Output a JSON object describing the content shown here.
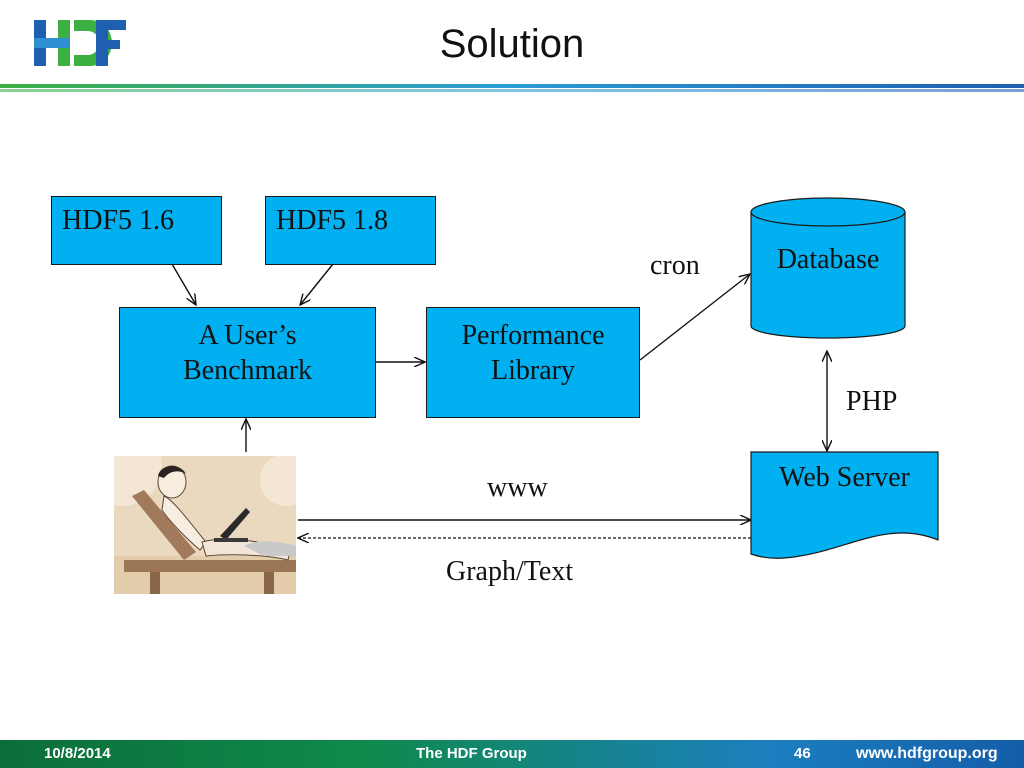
{
  "slide": {
    "title": "Solution",
    "logo_text": "HDF"
  },
  "diagram": {
    "boxes": {
      "hdf16": "HDF5 1.6",
      "hdf18": "HDF5 1.8",
      "benchmark_line1": "A User’s",
      "benchmark_line2": "Benchmark",
      "perf_line1": "Performance",
      "perf_line2": "Library",
      "database": "Database",
      "web_server": "Web Server"
    },
    "edge_labels": {
      "cron": "cron",
      "php": "PHP",
      "www": "www",
      "graph_text": "Graph/Text"
    }
  },
  "footer": {
    "date": "10/8/2014",
    "org": "The HDF Group",
    "page": "46",
    "url": "www.hdfgroup.org"
  },
  "colors": {
    "box_fill": "#00b0f0",
    "logo_blue": "#1f5fb0",
    "logo_green": "#3cb043"
  }
}
